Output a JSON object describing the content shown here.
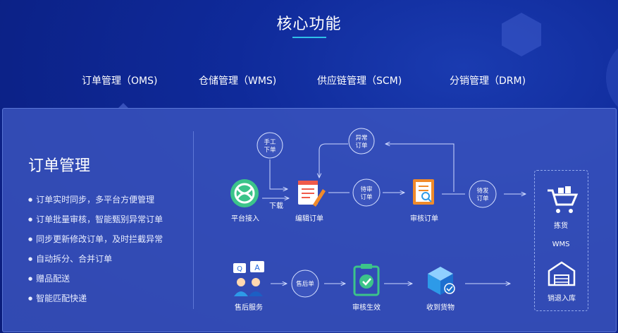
{
  "page": {
    "title": "核心功能"
  },
  "tabs": [
    {
      "label": "订单管理（OMS)"
    },
    {
      "label": "仓储管理（WMS)"
    },
    {
      "label": "供应链管理（SCM)"
    },
    {
      "label": "分销管理（DRM)"
    }
  ],
  "panel": {
    "heading": "订单管理",
    "features": [
      "订单实时同步，多平台方便管理",
      "订单批量审核，智能甄别异常订单",
      "同步更新修改订单，及时拦截异常",
      "自动拆分、合并订单",
      "赠品配送",
      "智能匹配快递"
    ]
  },
  "flow": {
    "nodes": {
      "platform": "平台接入",
      "edit": "编辑订单",
      "review": "审核订单",
      "pick": "拣货",
      "wms": "WMS",
      "return": "销退入库",
      "after_sales": "售后服务",
      "approve": "审核生效",
      "received": "收到货物"
    },
    "bubbles": {
      "manual_1": "手工",
      "manual_2": "下单",
      "exception_1": "异常",
      "exception_2": "订单",
      "pending_review_1": "待审",
      "pending_review_2": "订单",
      "pending_ship_1": "待发",
      "pending_ship_2": "订单",
      "after_sales_order": "售后单"
    },
    "arrow_labels": {
      "download": "下载"
    }
  },
  "colors": {
    "accent_underline": "#2fc0e8",
    "icon_green": "#3cc48a",
    "icon_orange": "#f08a2a",
    "icon_blue": "#2d9ae8"
  }
}
